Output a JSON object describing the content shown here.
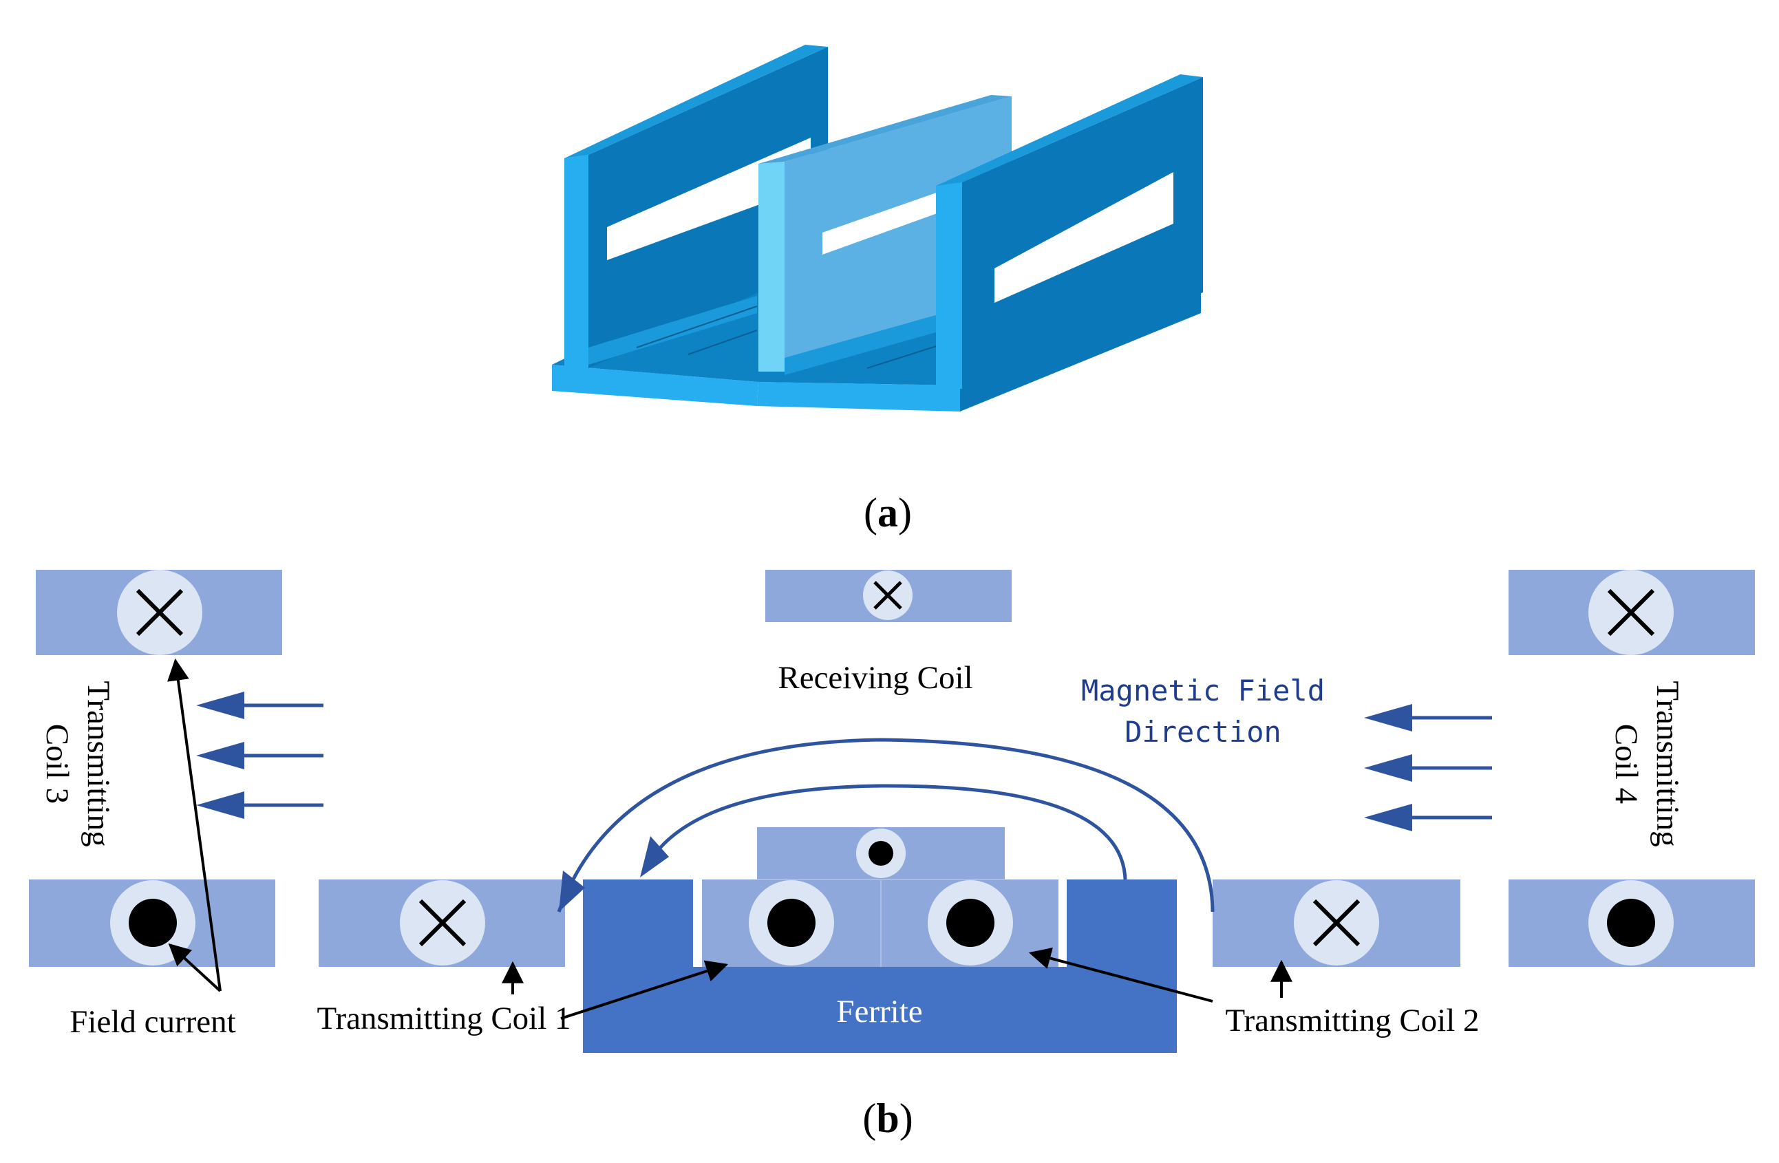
{
  "captions": {
    "a": "(a)",
    "a_letter": "a",
    "b": "(b)",
    "b_letter": "b"
  },
  "labels": {
    "receiving_coil": "Receiving Coil",
    "magnetic_field_line1": "Magnetic Field",
    "magnetic_field_line2": "Direction",
    "transmitting_coil_3_line1": "Transmitting",
    "transmitting_coil_3_line2": "Coil 3",
    "transmitting_coil_4_line1": "Transmitting",
    "transmitting_coil_4_line2": "Coil 4",
    "field_current": "Field current",
    "transmitting_coil_1": "Transmitting Coil 1",
    "transmitting_coil_2": "Transmitting Coil 2",
    "ferrite": "Ferrite"
  },
  "colors": {
    "coil_block": "#8fa8dc",
    "ferrite": "#4472c4",
    "conductor_ring": "#dbe5f3",
    "arrow_blue": "#2e54a0",
    "field_text": "#1f3d8c",
    "model_dark": "#0a78b8",
    "model_mid": "#26aef0",
    "model_light": "#5cb1e4",
    "model_highlight": "#6fd4f5"
  },
  "icons": {
    "current_into_page": "cross-circle",
    "current_out_of_page": "dot-circle"
  }
}
